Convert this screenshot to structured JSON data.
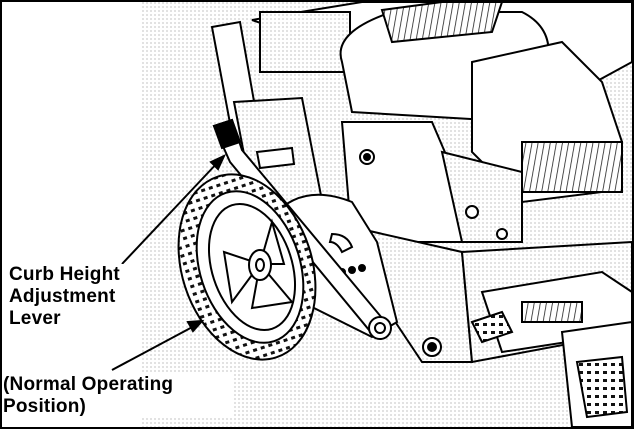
{
  "figure": {
    "type": "technical-illustration",
    "subject": "walk-behind trimmer wheel and lever",
    "callouts": [
      {
        "id": "lever",
        "text": "Curb Height\nAdjustment\nLever"
      },
      {
        "id": "position",
        "text": "(Normal Operating\nPosition)"
      }
    ]
  }
}
